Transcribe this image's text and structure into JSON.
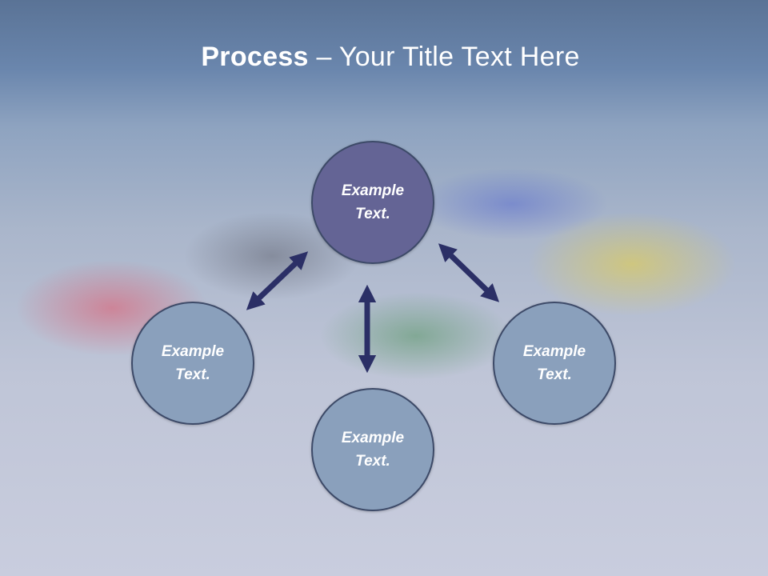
{
  "slide": {
    "title_bold": "Process",
    "title_separator": " – ",
    "title_rest": "Your Title Text Here"
  },
  "nodes": {
    "center": {
      "line1": "Example",
      "line2": "Text."
    },
    "left": {
      "line1": "Example",
      "line2": "Text."
    },
    "right": {
      "line1": "Example",
      "line2": "Text."
    },
    "bottom": {
      "line1": "Example",
      "line2": "Text."
    }
  },
  "colors": {
    "center_fill": "#646495",
    "outer_fill": "#8aa0bc",
    "outline": "#3d4a68",
    "arrow": "#2b2f66"
  },
  "icons": {
    "arrow": "double-headed-arrow"
  }
}
